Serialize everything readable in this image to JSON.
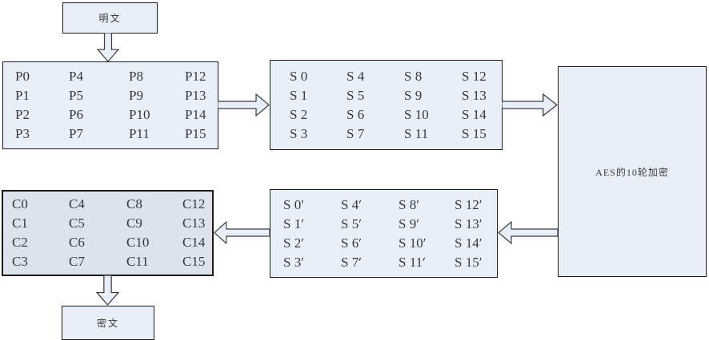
{
  "diagram": {
    "plaintext_label": "明文",
    "ciphertext_label": "密文",
    "aes_label": "AES的10轮加密",
    "matrices": {
      "p": {
        "cells": [
          "P0",
          "P4",
          "P8",
          "P12",
          "P1",
          "P5",
          "P9",
          "P13",
          "P2",
          "P6",
          "P10",
          "P14",
          "P3",
          "P7",
          "P11",
          "P15"
        ]
      },
      "s": {
        "cells": [
          "S 0",
          "S 4",
          "S 8",
          "S 12",
          "S 1",
          "S 5",
          "S 9",
          "S 13",
          "S 2",
          "S 6",
          "S 10",
          "S 14",
          "S 3",
          "S 7",
          "S 11",
          "S 15"
        ]
      },
      "s_prime": {
        "cells": [
          "S 0′",
          "S 4′",
          "S 8′",
          "S 12′",
          "S 1′",
          "S 5′",
          "S 9′",
          "S 13′",
          "S 2′",
          "S 6′",
          "S 10′",
          "S 14′",
          "S 3′",
          "S 7′",
          "S 11′",
          "S 15′"
        ]
      },
      "c": {
        "cells": [
          "C0",
          "C4",
          "C8",
          "C12",
          "C1",
          "C5",
          "C9",
          "C13",
          "C2",
          "C6",
          "C10",
          "C14",
          "C3",
          "C7",
          "C11",
          "C15"
        ]
      }
    },
    "colors": {
      "box_fill": "#e9eff8",
      "c_box_fill": "#dce3ed",
      "border": "#1a1a1a",
      "arrow_fill": "#e9eff8",
      "arrow_stroke": "#3c3c3c",
      "text": "#383838"
    }
  }
}
